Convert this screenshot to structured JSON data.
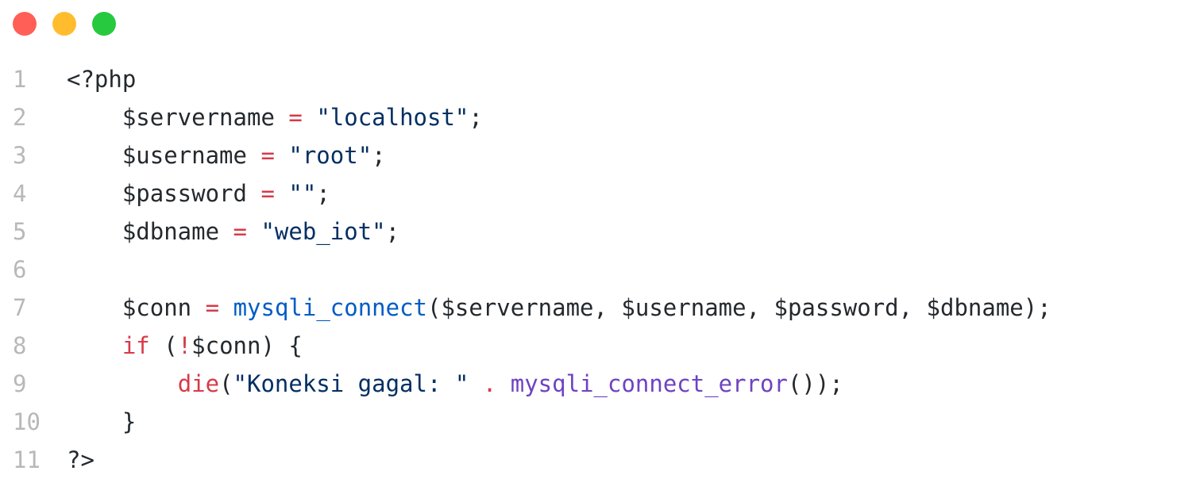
{
  "window": {
    "controls": [
      {
        "name": "close",
        "color": "#ff5f56"
      },
      {
        "name": "minimize",
        "color": "#ffbd2e"
      },
      {
        "name": "maximize",
        "color": "#27c93f"
      }
    ]
  },
  "editor": {
    "lines": [
      {
        "num": "1",
        "indent": "",
        "tokens": [
          {
            "t": "<?php",
            "c": "var"
          }
        ]
      },
      {
        "num": "2",
        "indent": "    ",
        "tokens": [
          {
            "t": "$servername",
            "c": "var"
          },
          {
            "t": " ",
            "c": "var"
          },
          {
            "t": "=",
            "c": "op"
          },
          {
            "t": " ",
            "c": "var"
          },
          {
            "t": "\"localhost\"",
            "c": "str"
          },
          {
            "t": ";",
            "c": "var"
          }
        ]
      },
      {
        "num": "3",
        "indent": "    ",
        "tokens": [
          {
            "t": "$username",
            "c": "var"
          },
          {
            "t": " ",
            "c": "var"
          },
          {
            "t": "=",
            "c": "op"
          },
          {
            "t": " ",
            "c": "var"
          },
          {
            "t": "\"root\"",
            "c": "str"
          },
          {
            "t": ";",
            "c": "var"
          }
        ]
      },
      {
        "num": "4",
        "indent": "    ",
        "tokens": [
          {
            "t": "$password",
            "c": "var"
          },
          {
            "t": " ",
            "c": "var"
          },
          {
            "t": "=",
            "c": "op"
          },
          {
            "t": " ",
            "c": "var"
          },
          {
            "t": "\"\"",
            "c": "str"
          },
          {
            "t": ";",
            "c": "var"
          }
        ]
      },
      {
        "num": "5",
        "indent": "    ",
        "tokens": [
          {
            "t": "$dbname",
            "c": "var"
          },
          {
            "t": " ",
            "c": "var"
          },
          {
            "t": "=",
            "c": "op"
          },
          {
            "t": " ",
            "c": "var"
          },
          {
            "t": "\"web_iot\"",
            "c": "str"
          },
          {
            "t": ";",
            "c": "var"
          }
        ]
      },
      {
        "num": "6",
        "indent": "",
        "tokens": []
      },
      {
        "num": "7",
        "indent": "    ",
        "tokens": [
          {
            "t": "$conn",
            "c": "var"
          },
          {
            "t": " ",
            "c": "var"
          },
          {
            "t": "=",
            "c": "op"
          },
          {
            "t": " ",
            "c": "var"
          },
          {
            "t": "mysqli_connect",
            "c": "fn"
          },
          {
            "t": "($servername, $username, $password, $dbname);",
            "c": "var"
          }
        ]
      },
      {
        "num": "8",
        "indent": "    ",
        "tokens": [
          {
            "t": "if",
            "c": "kw"
          },
          {
            "t": " (",
            "c": "var"
          },
          {
            "t": "!",
            "c": "op"
          },
          {
            "t": "$conn) {",
            "c": "var"
          }
        ]
      },
      {
        "num": "9",
        "indent": "        ",
        "tokens": [
          {
            "t": "die",
            "c": "kw"
          },
          {
            "t": "(",
            "c": "var"
          },
          {
            "t": "\"Koneksi gagal: \"",
            "c": "str"
          },
          {
            "t": " ",
            "c": "var"
          },
          {
            "t": ".",
            "c": "op"
          },
          {
            "t": " ",
            "c": "var"
          },
          {
            "t": "mysqli_connect_error",
            "c": "fn2"
          },
          {
            "t": "());",
            "c": "var"
          }
        ]
      },
      {
        "num": "10",
        "indent": "    ",
        "tokens": [
          {
            "t": "}",
            "c": "var"
          }
        ]
      },
      {
        "num": "11",
        "indent": "",
        "tokens": [
          {
            "t": "?>",
            "c": "var"
          }
        ]
      }
    ]
  }
}
